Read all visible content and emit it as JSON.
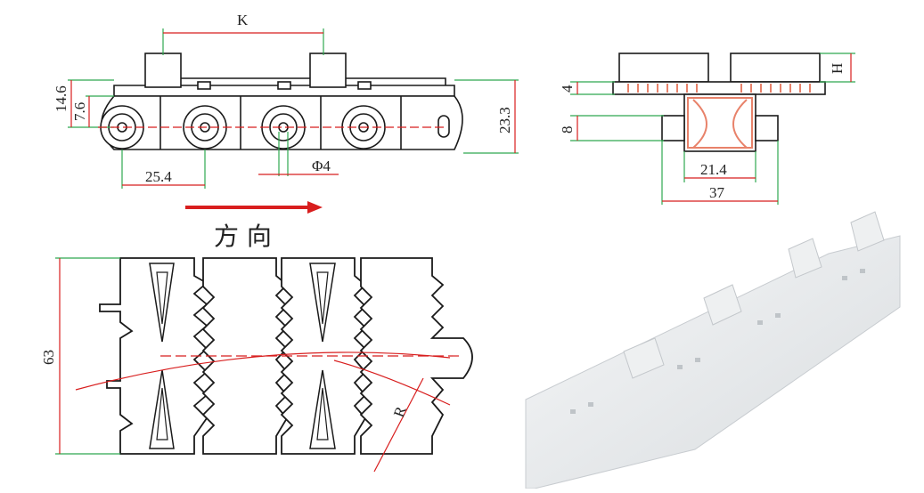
{
  "side_view": {
    "dim_pitch_top": "K",
    "dim_height_outer": "14.6",
    "dim_height_inner": "7.6",
    "dim_total_height": "23.3",
    "dim_pitch": "25.4",
    "dim_hole": "Φ4"
  },
  "end_view": {
    "dim_top_height": "H",
    "dim_plate_thickness": "4",
    "dim_pin_height": "8",
    "dim_inner_width": "21.4",
    "dim_outer_width": "37"
  },
  "direction": {
    "label": "方 向"
  },
  "top_view": {
    "dim_width": "63",
    "dim_radius": "R"
  },
  "colors": {
    "line": "#1a1a1a",
    "dimension": "#d81e1e",
    "extension": "#2fa84f",
    "highlight": "#e8826a"
  }
}
